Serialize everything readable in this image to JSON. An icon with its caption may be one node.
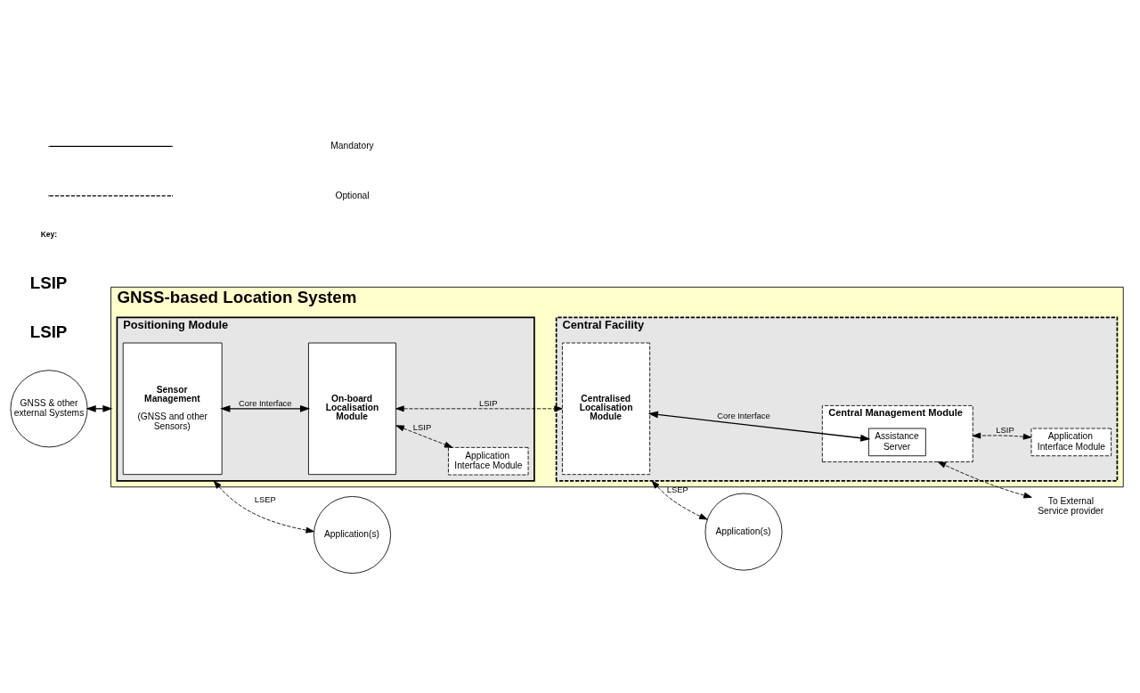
{
  "diagram": {
    "nodes": [
      {
        "text": [
          "GNSS & other external Systems"
        ]
      },
      {
        "text": [
          "GNSS-based Location System"
        ]
      },
      {
        "text": [
          "Positioning Module"
        ],
        "in": 1
      },
      {
        "text": [
          "Sensor Management",
          "(GNSS and other Sensors)"
        ],
        "in": 2
      },
      {
        "text": [
          "On-board Localisation Module"
        ],
        "in": 2
      },
      {
        "text": [
          "Application Interface Module"
        ],
        "in": 2
      },
      {
        "text": [
          "Central Facility"
        ],
        "in": 1
      },
      {
        "text": [
          "Centralised Localisation Module"
        ],
        "in": 6
      },
      {
        "text": [
          "Central Management Module"
        ],
        "in": 6
      },
      {
        "text": [
          "Assistance Server"
        ],
        "in": 8
      },
      {
        "text": [
          "Application Interface Module"
        ],
        "in": 6
      },
      {
        "text": [
          "To External Service provider"
        ]
      },
      {
        "text": [
          "Application(s)"
        ]
      },
      {
        "text": [
          "Application(s)"
        ]
      }
    ],
    "edges": [
      {
        "from": 0,
        "to": 1,
        "arrow": "both"
      },
      {
        "from": 3,
        "to": 4,
        "arrow": "both",
        "label": "Core Interface"
      },
      {
        "from": 4,
        "to": 5,
        "arrow": "both",
        "style": "dashed",
        "label": "LSIP"
      },
      {
        "from": 4,
        "to": 7,
        "arrow": "both",
        "style": "dashed",
        "label": "LSIP"
      },
      {
        "from": 7,
        "to": 9,
        "arrow": "both",
        "label": "Core Interface"
      },
      {
        "from": 8,
        "to": 11,
        "arrow": "both",
        "style": "dashed"
      },
      {
        "from": 8,
        "to": 10,
        "arrow": "both",
        "style": "dashed",
        "label": "LSIP"
      },
      {
        "from": 2,
        "to": 12,
        "arrow": "both",
        "style": "dashed",
        "label": "LSEP"
      },
      {
        "from": 6,
        "to": 13,
        "arrow": "both",
        "style": "dashed",
        "label": "LSEP"
      }
    ],
    "labels": [
      "LSIP",
      "LSIP",
      "Key:"
    ],
    "legend": [
      {
        "text": "Mandatory"
      },
      {
        "text": "Optional"
      }
    ]
  }
}
